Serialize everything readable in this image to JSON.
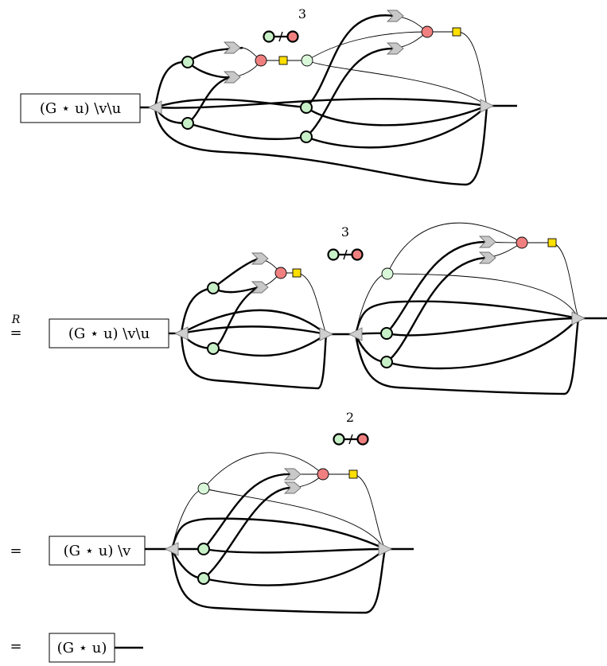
{
  "diagram": {
    "step1": {
      "label": "(G ⋆ u) \\v\\u",
      "count": "3"
    },
    "step2": {
      "relation": "R̲=",
      "relation_top": "R",
      "relation_bottom": "=",
      "label": "(G ⋆ u) \\v\\u",
      "count": "3"
    },
    "step3": {
      "relation": "=",
      "label": "(G ⋆ u) \\v",
      "count": "2"
    },
    "step4": {
      "relation": "=",
      "label": "(G ⋆ u)"
    }
  },
  "colors": {
    "green": "#c8f0c8",
    "red": "#f08080",
    "yellow": "#ffdf00",
    "gray": "#cfcfcf"
  }
}
